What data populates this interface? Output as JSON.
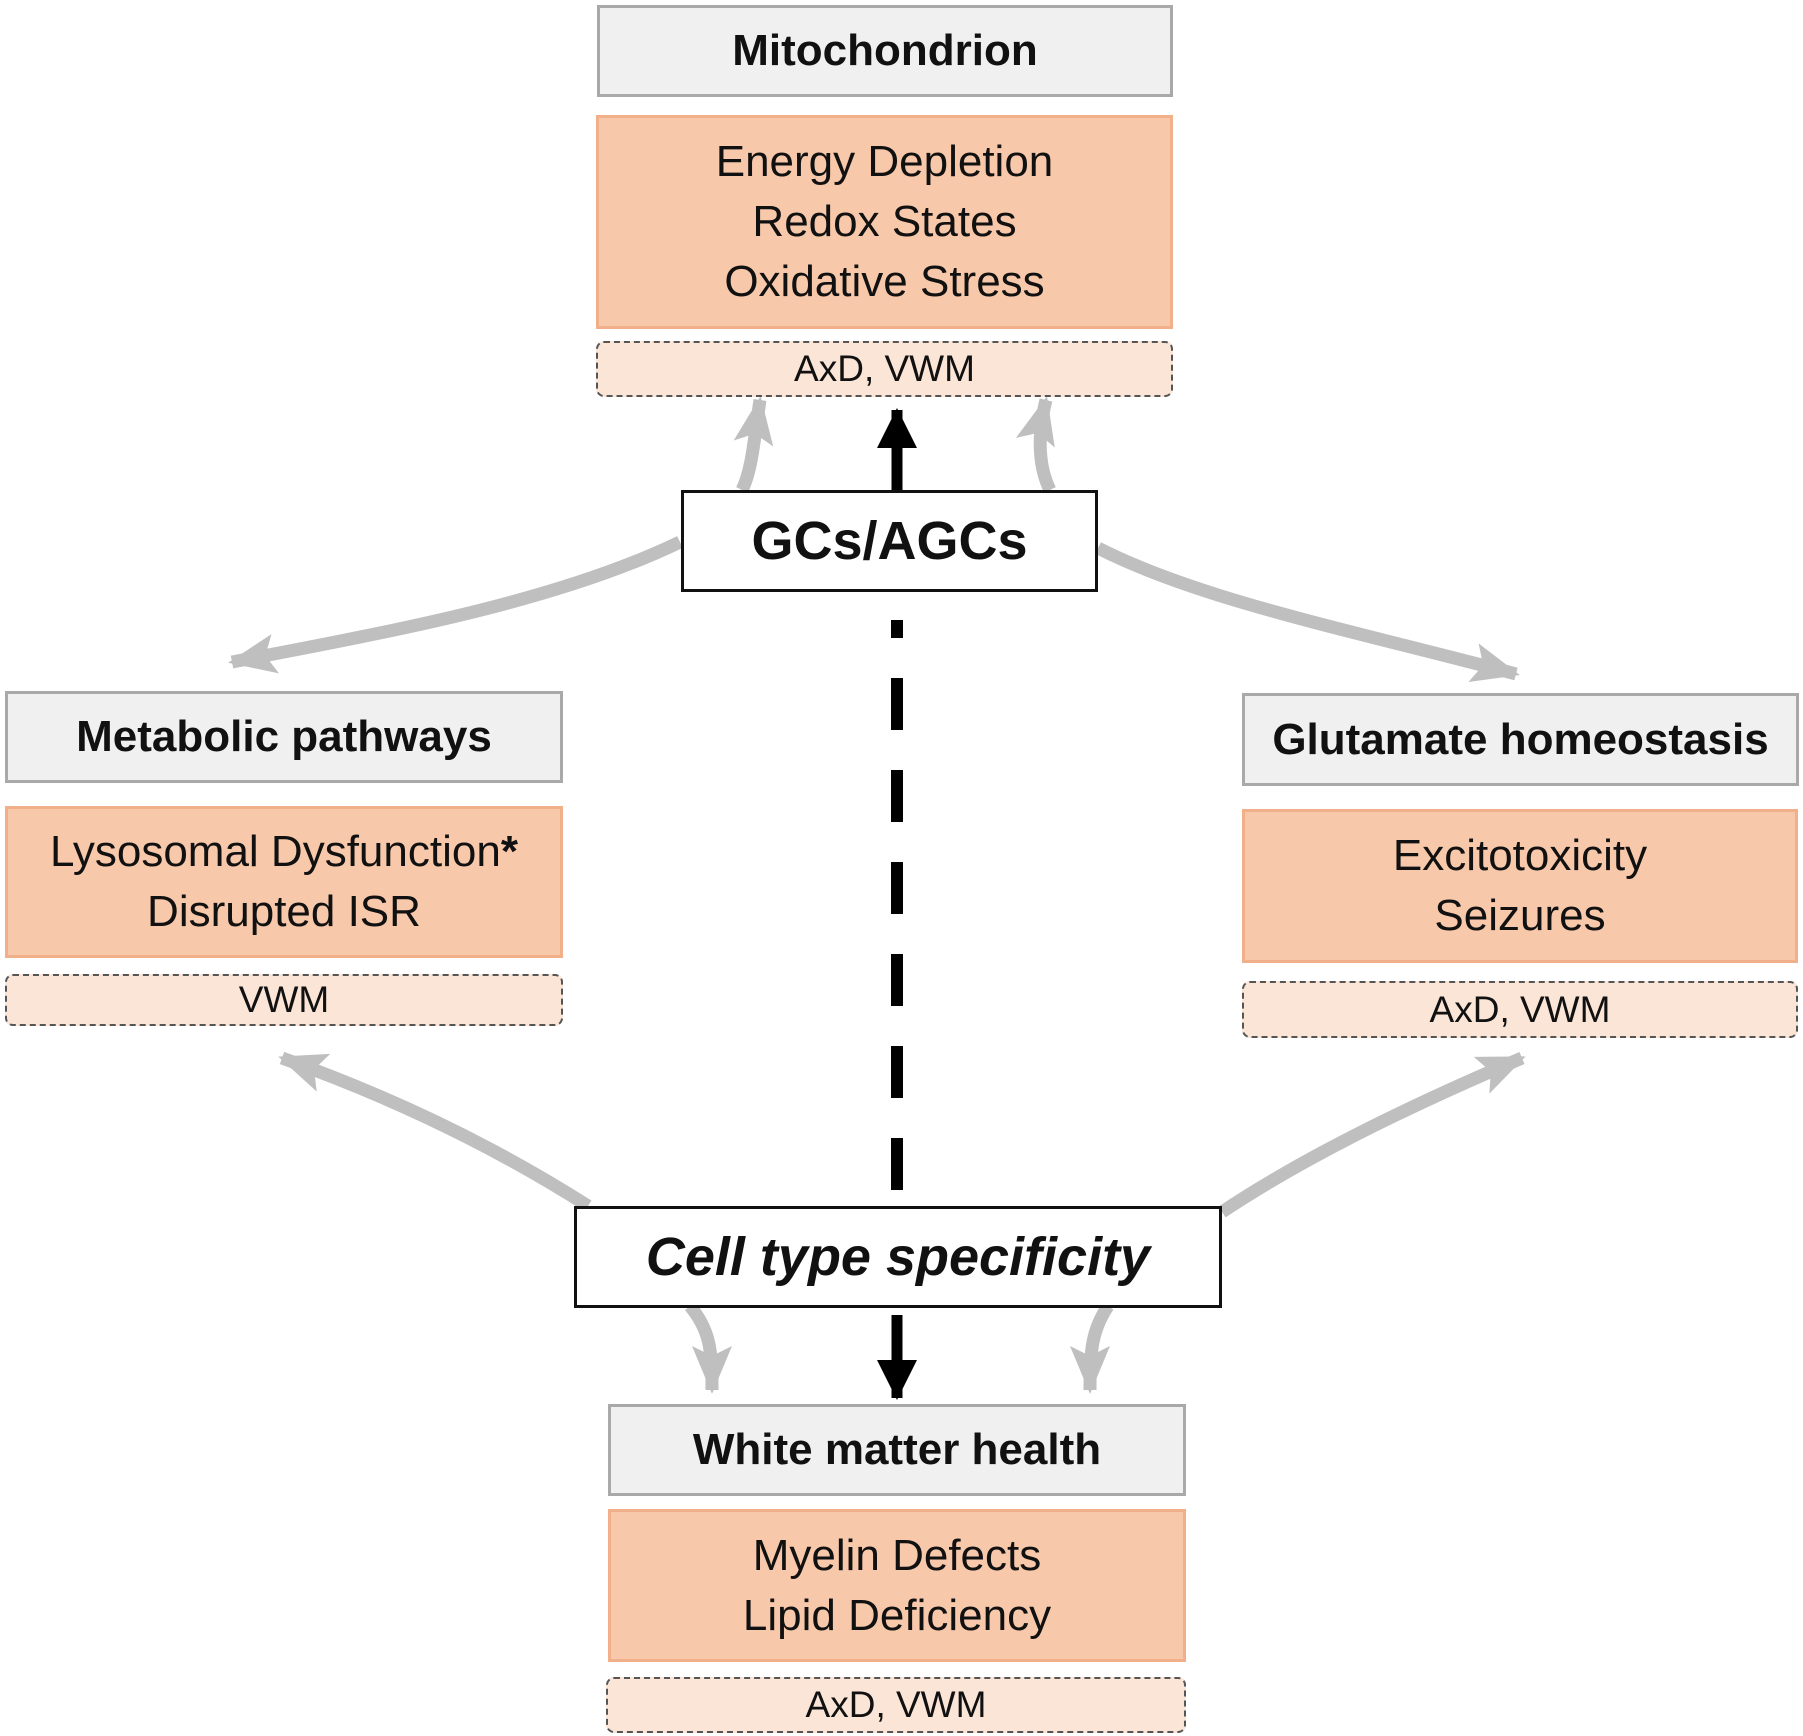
{
  "colors": {
    "header_bg": "#f0f0f0",
    "effect_bg": "#f8c8aa",
    "disease_bg": "#fbe5d7",
    "primary_arrow": "#000000",
    "secondary_arrow": "#bfbfbf"
  },
  "center_node": {
    "label": "GCs/AGCs"
  },
  "bottom_node": {
    "label": "Cell type specificity"
  },
  "mitochondrion": {
    "header": "Mitochondrion",
    "effects": [
      "Energy Depletion",
      "Redox States",
      "Oxidative Stress"
    ],
    "diseases": "AxD, VWM"
  },
  "metabolic": {
    "header": "Metabolic pathways",
    "effects": [
      "Lysosomal Dysfunction",
      "Disrupted ISR"
    ],
    "effect_mark": "*",
    "diseases": "VWM"
  },
  "glutamate": {
    "header": "Glutamate homeostasis",
    "effects": [
      "Excitotoxicity",
      "Seizures"
    ],
    "diseases": "AxD, VWM"
  },
  "white_matter": {
    "header": "White matter health",
    "effects": [
      "Myelin Defects",
      "Lipid Deficiency"
    ],
    "diseases": "AxD, VWM"
  }
}
